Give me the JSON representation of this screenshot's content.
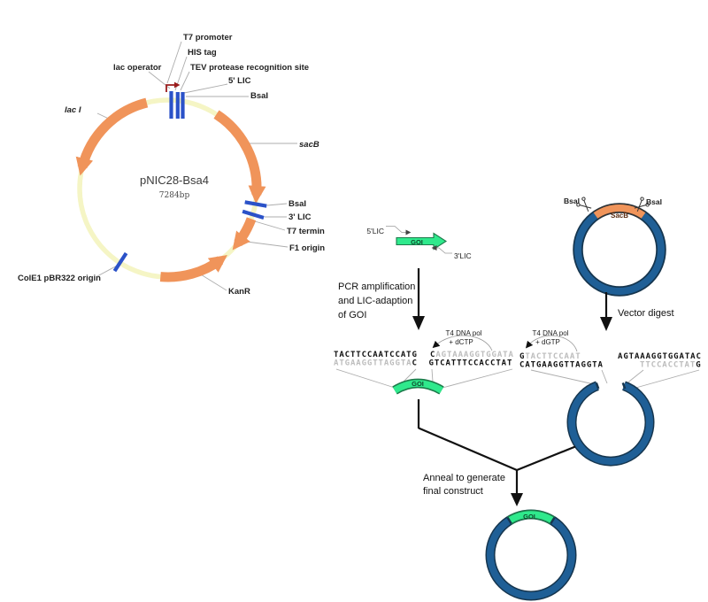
{
  "diagram": {
    "plasmid": {
      "name": "pNIC28-Bsa4",
      "size": "7284bp",
      "labels": {
        "t7_promoter": "T7 promoter",
        "his_tag": "HIS tag",
        "tev_site": "TEV protease recognition site",
        "five_lic": "5' LIC",
        "bsai_top": "BsaI",
        "lac_operator": "lac operator",
        "lac_i": "lac I",
        "sacb": "sacB",
        "bsai_right": "BsaI",
        "three_lic": "3' LIC",
        "t7_terminator": "T7 termin",
        "f1_origin": "F1 origin",
        "kanr": "KanR",
        "cole1": "ColE1 pBR322 origin"
      }
    },
    "insert": {
      "goi_label": "GOI",
      "five_lic_primer": "5'LIC",
      "three_lic_primer": "3'LIC"
    },
    "parent_vector": {
      "sacb_label": "SacB",
      "bsai_left": "BsaI",
      "bsai_right": "BsaI"
    },
    "steps": {
      "pcr": [
        "PCR amplification",
        "and LIC-adaption",
        "of GOI"
      ],
      "vector_digest": "Vector digest",
      "anneal": [
        "Anneal to generate",
        "final construct"
      ]
    },
    "treatments": {
      "insert_enzyme": "T4 DNA pol",
      "insert_nucleotide": "+ dCTP",
      "vector_enzyme": "T4 DNA pol",
      "vector_nucleotide": "+ dGTP"
    },
    "sequences": {
      "insert_left_top": "TACTTCCAATCCATG",
      "insert_left_bottom_gray": "ATGAAGGTTAGGTA",
      "insert_left_bottom_bold": "C",
      "insert_right_top_bold": "C",
      "insert_right_top_gray": "AGTAAAGGTGGATA",
      "insert_right_bottom": "GTCATTTCCACCTAT",
      "vector_left_top_bold": "G",
      "vector_left_top_gray": "TACTTCCAAT",
      "vector_left_bottom": "CATGAAGGTTAGGTA",
      "vector_right_top": "AGTAAAGGTGGATAC",
      "vector_right_bottom_gray": "TTCCACCTAT",
      "vector_right_bottom_bold": "G"
    },
    "fragment_goi": "GOI",
    "final_goi": "GOI",
    "colors": {
      "arc_orange": "#F0945A",
      "ring_yellow": "#F5F5C5",
      "marker_blue": "#2B52C8",
      "promoter_red": "#9B1C1C",
      "goi_green": "#2FE98C",
      "goi_outline": "#1C7A4A",
      "vector_blue": "#1F5F96",
      "vector_outline": "#16364F",
      "seq_gray": "#BDBDBD"
    }
  }
}
